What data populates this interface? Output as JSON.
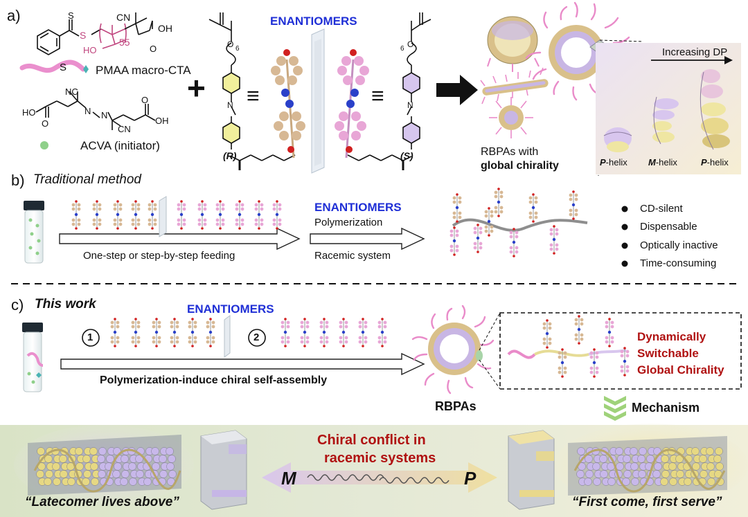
{
  "panel_a": {
    "label": "a)",
    "cta_cn": "CN",
    "cta_oh": "OH",
    "cta_ho": "HO",
    "cta_o": "O",
    "cta_s": "S",
    "cta_s2": "S",
    "cta_dp": "55",
    "macro_cta": "PMAA macro-CTA",
    "acva_name": "ACVA (initiator)",
    "acva_nc": "NC",
    "acva_cn": "CN",
    "acva_n1": "N",
    "acva_n2": "N",
    "acva_ho": "HO",
    "acva_oh": "OH",
    "acva_o1": "O",
    "acva_o2": "O",
    "plus": "+",
    "equiv_left": "≡",
    "equiv_right": "≡",
    "enantiomers": "ENANTIOMERS",
    "mon_r": "(R)",
    "mon_s": "(S)",
    "mon_o": "O",
    "mon_n": "N",
    "mon_6": "6",
    "rbpa_line1": "RBPAs with",
    "rbpa_line2": "global chirality",
    "increasing_dp": "Increasing DP",
    "helix1": "P-helix",
    "helix2": "M-helix",
    "helix3": "P-helix"
  },
  "panel_b": {
    "label": "b)",
    "title": "Traditional method",
    "feeding": "One-step or step-by-step feeding",
    "enantiomers": "ENANTIOMERS",
    "polymerization": "Polymerization",
    "racemic": "Racemic system",
    "bullets": [
      "CD-silent",
      "Dispensable",
      "Optically inactive",
      "Time-consuming"
    ]
  },
  "panel_c": {
    "label": "c)",
    "title": "This work",
    "enantiomers": "ENANTIOMERS",
    "step1": "1",
    "step2": "2",
    "process": "Polymerization-induce chiral self-assembly",
    "rbpas": "RBPAs",
    "dyn1": "Dynamically",
    "dyn2": "Switchable",
    "dyn3": "Global Chirality",
    "mechanism": "Mechanism"
  },
  "bottom": {
    "conflict1": "Chiral conflict in",
    "conflict2": "racemic systems",
    "m": "M",
    "p": "P",
    "left_quote": "“Latecomer lives above”",
    "right_quote": "“First come, first serve”"
  },
  "colors": {
    "blue": "#1f2fd6",
    "red": "#b01212",
    "pink": "#e98bc9",
    "beige": "#d9c08a",
    "lavender": "#c9b3e8",
    "green_dot": "#8fd08a",
    "bottom_bg": "#dfe6cc"
  }
}
